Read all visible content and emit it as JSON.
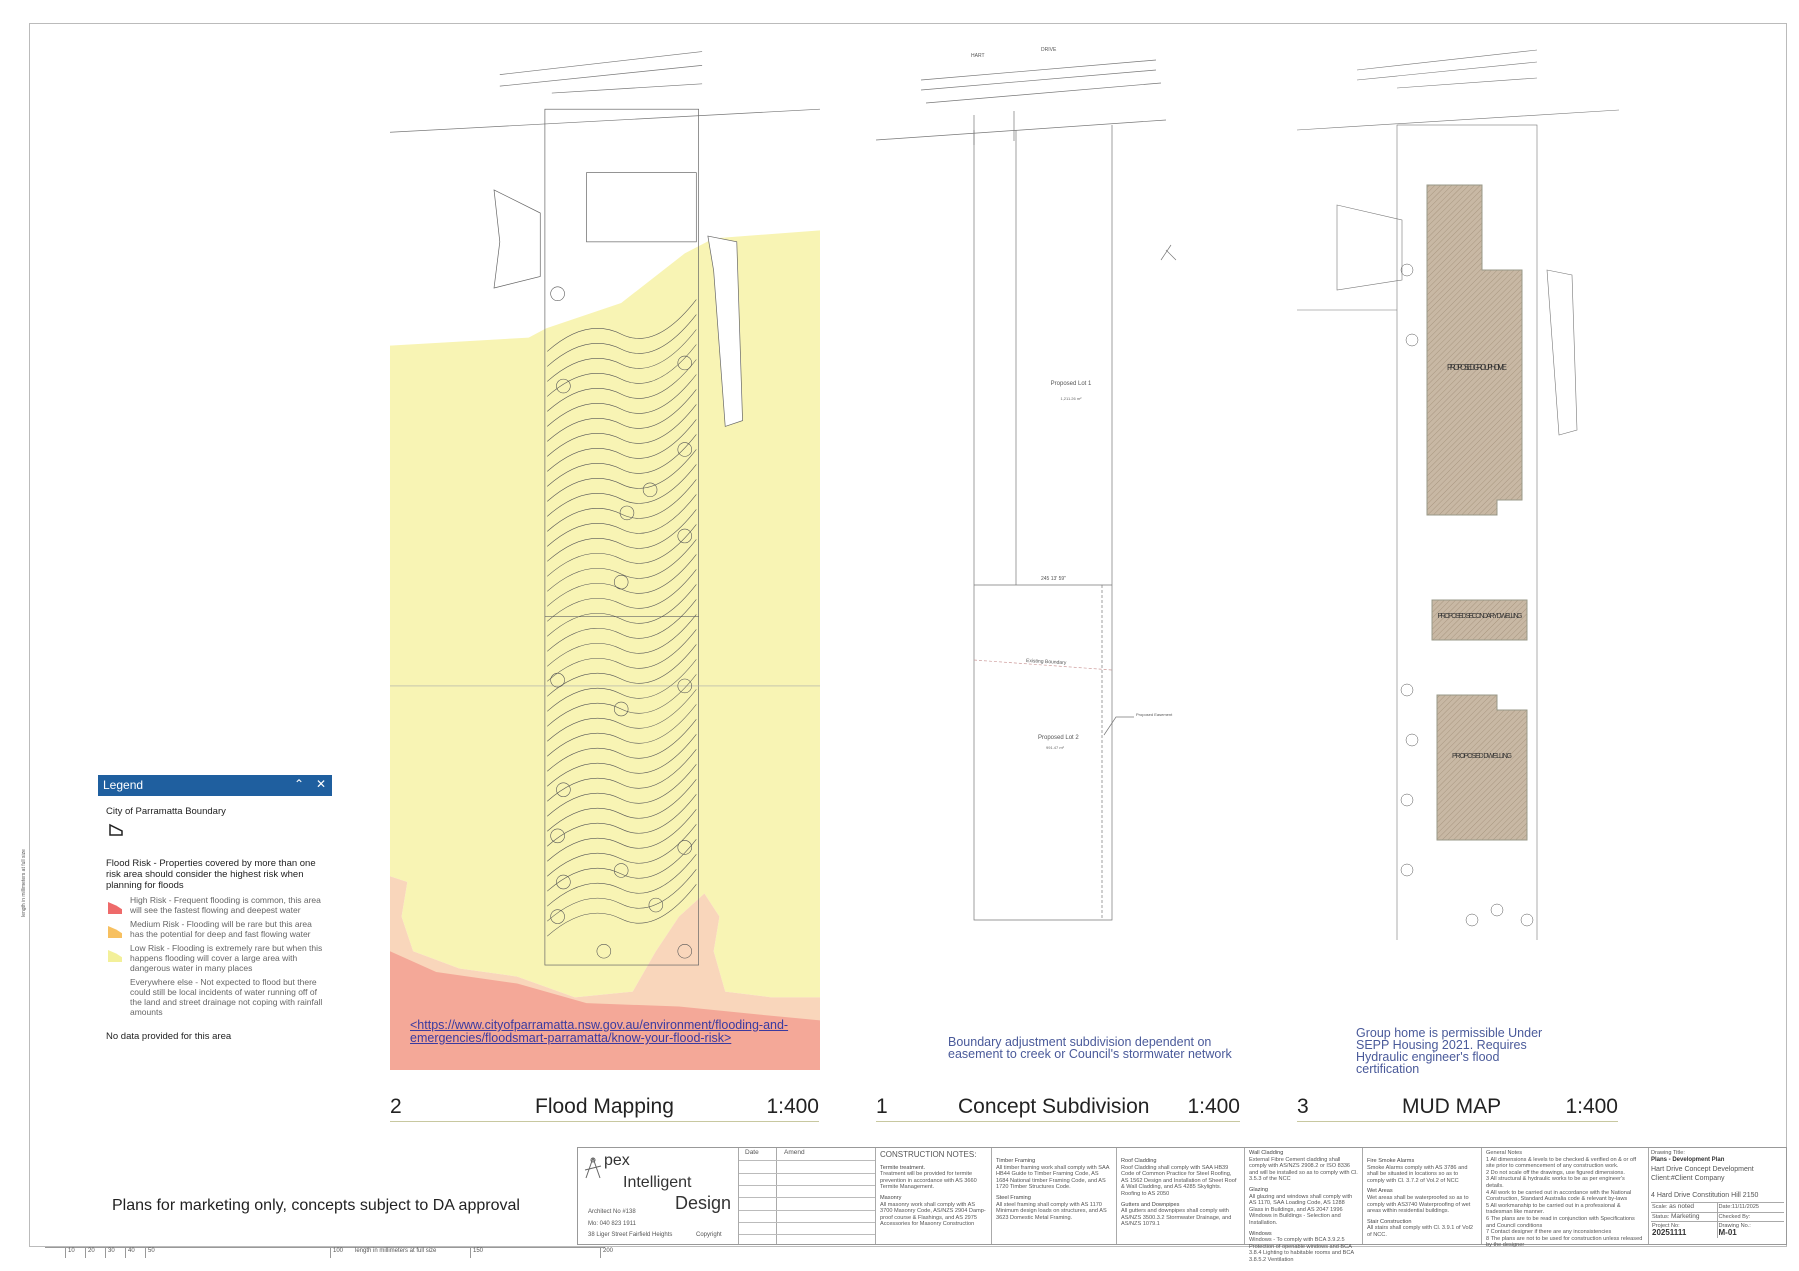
{
  "views": [
    {
      "number": "2",
      "title": "Flood Mapping",
      "scale": "1:400"
    },
    {
      "number": "1",
      "title": "Concept Subdivision",
      "scale": "1:400"
    },
    {
      "number": "3",
      "title": "MUD MAP",
      "scale": "1:400"
    }
  ],
  "street_label": {
    "a": "HART",
    "b": "DRIVE"
  },
  "flood_map": {
    "link_text": "<https://www.cityofparramatta.nsw.gov.au/environment/flooding-and-emergencies/floodsmart-parramatta/know-your-flood-risk>"
  },
  "subdivision": {
    "lot1": "Proposed Lot 1",
    "lot1_area": "1,211.26 m²",
    "lot2": "Proposed Lot 2",
    "lot2_area": "991.47 m²",
    "existing_boundary": "Existing Boundary",
    "bearing": "245 13' 59\"",
    "easement": "Proposed Easement",
    "note": "Boundary adjustment subdivision dependent on easement to creek or Council's stormwater network"
  },
  "mud_map": {
    "grouphome": "PROPOSED GROUPHOME",
    "secondary": "PROPOSED SECONDARY DWELLING",
    "dwelling": "PROPOSED DWELLING",
    "note": "Group home is permissible Under SEPP Housing 2021. Requires Hydraulic engineer's flood certification"
  },
  "legend": {
    "title": "Legend",
    "boundary_label": "City of Parramatta Boundary",
    "flood_heading": "Flood Risk - Properties covered by more than one risk area should consider the highest risk when planning for floods",
    "items": [
      {
        "color": "#ee6a6a",
        "text": "High Risk - Frequent flooding is common, this area will see the fastest flowing and deepest water"
      },
      {
        "color": "#f7c060",
        "text": "Medium Risk - Flooding will be rare but this area has the potential for deep and fast flowing water"
      },
      {
        "color": "#f3f09a",
        "text": "Low Risk - Flooding is extremely rare but when this happens flooding will cover a large area with dangerous water in many places"
      },
      {
        "color": "#ffffff",
        "text": "Everywhere else - Not expected to flood but there could still be local incidents of water running off of the land and street drainage not coping with rainfall amounts"
      }
    ],
    "no_data": "No data provided for this area"
  },
  "disclaimer": "Plans for marketing only, concepts subject to DA approval",
  "title_block": {
    "logo": {
      "a": "pex",
      "b": "Intelligent",
      "c": "Design"
    },
    "architect": "Architect No #138",
    "mobile": "Mo: 040 823 1911",
    "address": "38 Liger Street   Fairfield Heights",
    "copyright": "Copyright",
    "date_header": "Date",
    "amend_header": "Amend",
    "construction_heading": "CONSTRUCTION NOTES:",
    "notes": [
      {
        "title": "Termite treatment.",
        "body": "Treatment will be provided for termite prevention in accordance with AS 3660 Termite Management."
      },
      {
        "title": "Masonry",
        "body": "All masonry work shall comply with AS 3700 Masonry Code, AS/NZS 2904 Damp-proof course & Flashings, and AS 2975 Accessories for Masonry Construction"
      },
      {
        "title": "Timber Framing",
        "body": "All timber framing work shall comply with SAA HB44 Guide to Timber Framing Code, AS 1684 National timber Framing Code, and AS 1720 Timber Structures Code."
      },
      {
        "title": "Steel Framing",
        "body": "All steel framing shall comply with AS 1170 Minimum design loads on structures, and AS 3623 Domestic Metal Framing."
      },
      {
        "title": "Roof Cladding",
        "body": "Roof Cladding shall comply with SAA HB39 Code of Common Practice for Steel Roofing, AS 1562 Design and Installation of Sheet Roof & Wall Cladding, and AS 4285 Skylights. Roofing to AS 2050"
      },
      {
        "title": "Gutters and Downpipes",
        "body": "All gutters and downpipes shall comply with AS/NZS 3500.3.2 Stormwater Drainage, and AS/NZS 1079.1"
      },
      {
        "title": "Wall Cladding",
        "body": "External Fibre Cement cladding shall comply with AS/NZS 2908.2 or ISO 8336 and will be installed so as to comply with Cl. 3.5.3 of the NCC"
      },
      {
        "title": "Glazing",
        "body": "All glazing and windows shall comply with AS 1170, SAA Loading Code, AS 1288 Glass in Buildings, and AS 2047 1996 Windows in Buildings - Selection and Installation."
      },
      {
        "title": "Windows",
        "body": "Windows - To comply with BCA 3.9.2.5 Protection of openable windows and BCA 3.8.4 Lighting to habitable rooms and BCA 3.8.5.2 Ventilation"
      },
      {
        "title": "Fire Smoke Alarms",
        "body": "Smoke Alarms comply with AS 3786 and shall be situated in locations so as to comply with Cl. 3.7.2 of Vol.2 of NCC"
      },
      {
        "title": "Wet Areas",
        "body": "Wet areas shall be waterproofed so as to comply with AS3740 Waterproofing of wet areas within residential buildings."
      },
      {
        "title": "Stair Construction",
        "body": "All stairs shall comply with Cl. 3.9.1 of Vol2 of NCC."
      }
    ],
    "general_heading": "General Notes",
    "general": [
      "1  All dimensions & levels to be checked & verified on & or off site prior to commencement of any construction work.",
      "2  Do not scale off the drawings, use figured dimensions.",
      "3  All structural & hydraulic works to be as per engineer's details.",
      "4  All work to be carried out in accordance with the National Construction, Standard Australia code & relevant by-laws",
      "5  All workmanship to be carried out in a professional & tradesman like manner.",
      "6  The plans are to be read in conjunction with Specifications and Council conditions",
      "7  Contact designer if there are any inconsistencies",
      "8  The plans are not to be used for construction unless released by the designer"
    ],
    "drawing_title_label": "Drawing Title:",
    "drawing_title": "Plans - Development Plan",
    "project": "Hart Drive Concept Development",
    "client": "Client:#Client Company",
    "site": "4 Hard Drive Constitution Hill 2150",
    "scale_label": "Scale:",
    "scale": "as noted",
    "date_label": "Date:",
    "date": "11/11/2025",
    "status_label": "Status:",
    "status": "Marketing",
    "checked_label": "Checked By:",
    "project_no_label": "Project No:",
    "project_no": "20251111",
    "drawing_no_label": "Drawing No.:",
    "drawing_no": "M-01"
  },
  "scale_bar": {
    "ticks": [
      "10",
      "20",
      "30",
      "40",
      "50",
      "100",
      "150",
      "200"
    ],
    "caption": "length in millimeters at full size"
  }
}
